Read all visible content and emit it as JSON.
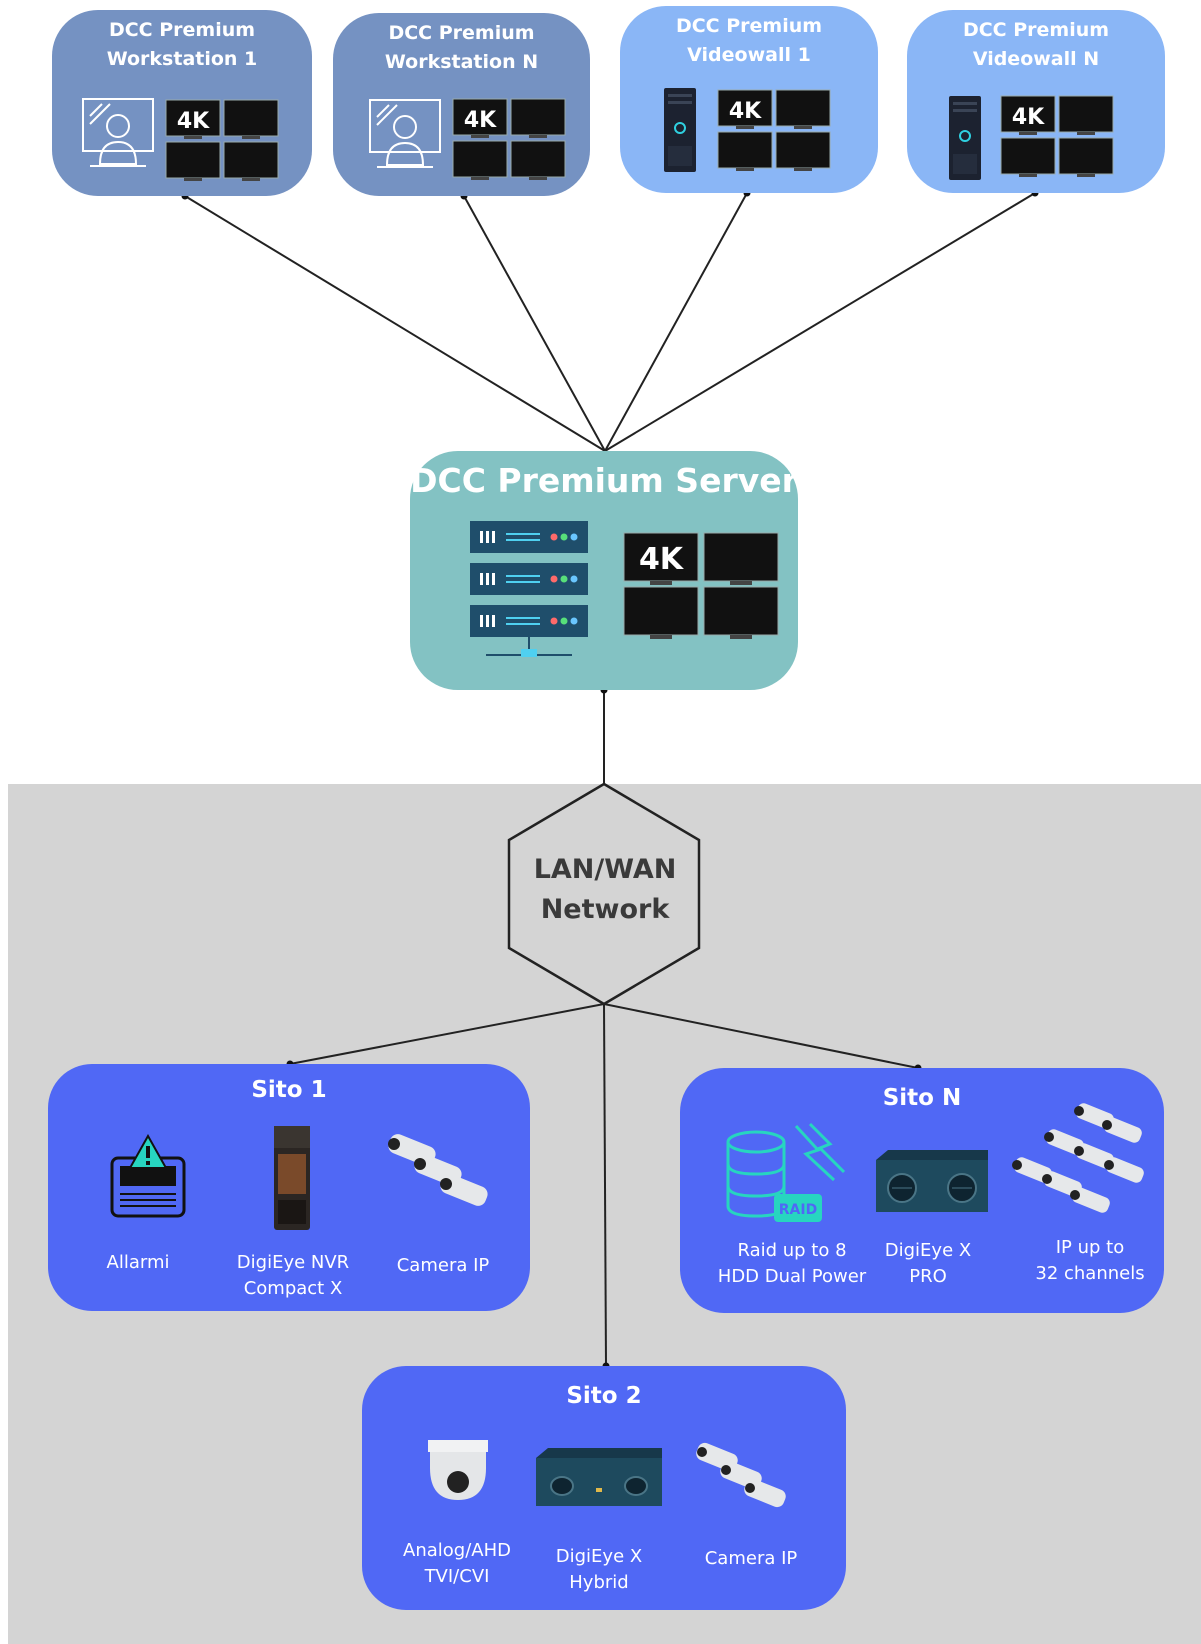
{
  "nodes": {
    "ws1": {
      "title_line1": "DCC Premium",
      "title_line2": "Workstation 1",
      "badge": "4K"
    },
    "wsn": {
      "title_line1": "DCC Premium",
      "title_line2": "Workstation N",
      "badge": "4K"
    },
    "vw1": {
      "title_line1": "DCC Premium",
      "title_line2": "Videowall 1",
      "badge": "4K"
    },
    "vwn": {
      "title_line1": "DCC Premium",
      "title_line2": "Videowall N",
      "badge": "4K"
    },
    "server": {
      "title": "DCC Premium Server",
      "badge": "4K"
    },
    "network": {
      "line1": "LAN/WAN",
      "line2": "Network"
    }
  },
  "sites": {
    "site1": {
      "title": "Sito 1",
      "items": [
        {
          "line1": "Allarmi",
          "line2": ""
        },
        {
          "line1": "DigiEye NVR",
          "line2": "Compact X"
        },
        {
          "line1": "Camera IP",
          "line2": ""
        }
      ]
    },
    "siten": {
      "title": "Sito N",
      "raid_badge": "RAID",
      "items": [
        {
          "line1": "Raid up to 8",
          "line2": "HDD Dual Power"
        },
        {
          "line1": "DigiEye X",
          "line2": "PRO"
        },
        {
          "line1": "IP up to",
          "line2": "32 channels"
        }
      ]
    },
    "site2": {
      "title": "Sito 2",
      "items": [
        {
          "line1": "Analog/AHD",
          "line2": "TVI/CVI"
        },
        {
          "line1": "DigiEye X",
          "line2": "Hybrid"
        },
        {
          "line1": "Camera IP",
          "line2": ""
        }
      ]
    }
  },
  "colors": {
    "workstation": "#7592c2",
    "videowall": "#8ab6f6",
    "server": "#83c2c3",
    "site": "#5068f5",
    "network_area": "#d4d4d4"
  }
}
